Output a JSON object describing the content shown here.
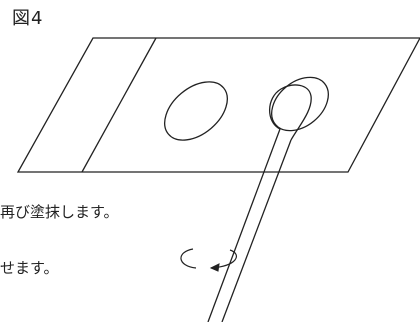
{
  "figure": {
    "label": "図4"
  },
  "captions": [
    "再び塗抹します。",
    "せます。"
  ],
  "colors": {
    "line": "#222222",
    "background": "#ffffff"
  },
  "icons": {
    "rotation_arrow": "rotation-arrow-icon"
  }
}
